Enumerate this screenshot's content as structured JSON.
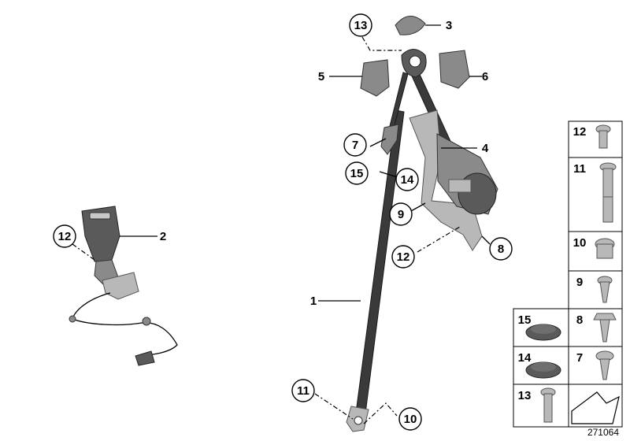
{
  "labels": {
    "1": "1",
    "2": "2",
    "3": "3",
    "4": "4",
    "5": "5",
    "6": "6",
    "7": "7",
    "8": "8",
    "9": "9",
    "10": "10",
    "11": "11",
    "12": "12",
    "13": "13",
    "14": "14",
    "15": "15"
  },
  "legend": {
    "right_column": [
      "12",
      "11",
      "10",
      "9",
      "8",
      "7"
    ],
    "left_column": [
      "15",
      "14",
      "13"
    ]
  },
  "reference_number": "271064"
}
